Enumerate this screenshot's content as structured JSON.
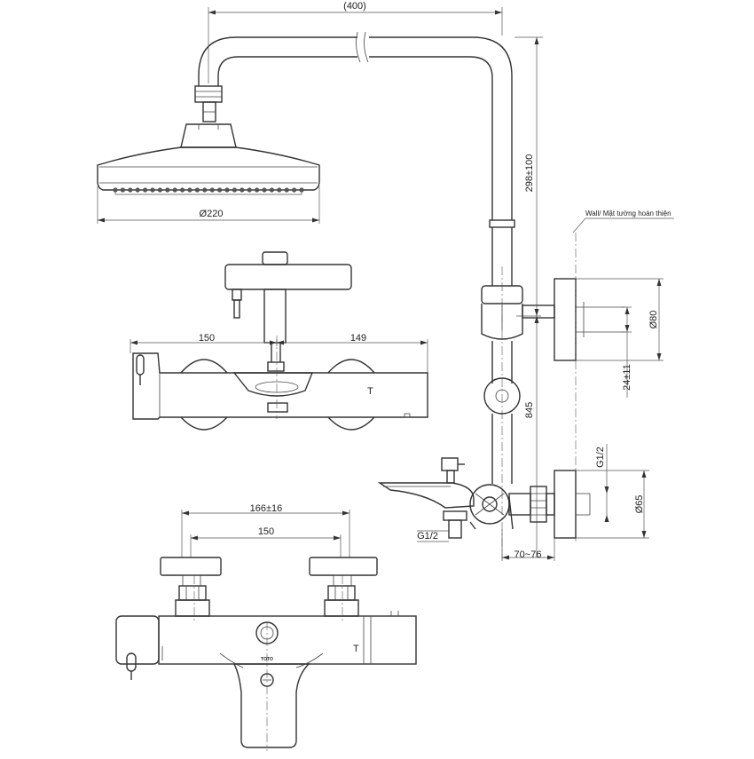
{
  "dimensions": {
    "pipe_width": "(400)",
    "pipe_height": "298±100",
    "head_diameter": "Ø220",
    "spacing_left": "150",
    "spacing_right": "149",
    "bracket_diameter": "Ø80",
    "bracket_depth": "24±11",
    "mixer_height": "845",
    "thread_top": "G1/2",
    "thread_bottom": "G1/2",
    "flange_diameter": "Ø65",
    "wall_offset": "70~76",
    "connection_range": "166±16",
    "connection_center": "150"
  },
  "labels": {
    "wall_note": "Wall/ Mặt tường hoàn thiện",
    "brand_mark": "TOTO",
    "temp_mark_front": "T",
    "temp_mark_bottom": "T"
  }
}
